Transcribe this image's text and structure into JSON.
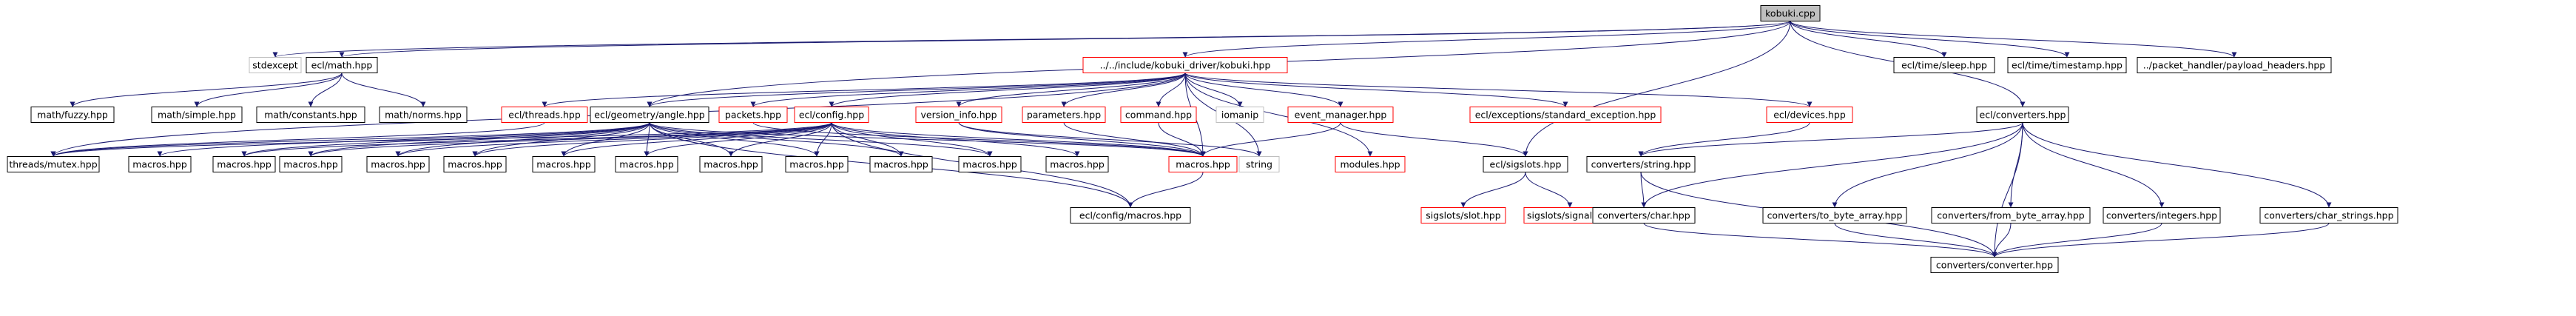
{
  "colors": {
    "edge": "#191970",
    "border_normal": "#000000",
    "border_missing": "#bfbfbf",
    "border_truncated": "#ff0000",
    "root_fill": "#bfbfbf",
    "node_fill": "#ffffff"
  },
  "nodes": {
    "kobuki_cpp": "kobuki.cpp",
    "stdexcept": "stdexcept",
    "ecl_math": "ecl/math.hpp",
    "kobuki_hpp": "../../include/kobuki_driver/kobuki.hpp",
    "ecl_time_sleep": "ecl/time/sleep.hpp",
    "ecl_time_timestamp": "ecl/time/timestamp.hpp",
    "payload_headers": "../packet_handler/payload_headers.hpp",
    "math_fuzzy": "math/fuzzy.hpp",
    "math_simple": "math/simple.hpp",
    "math_constants": "math/constants.hpp",
    "math_norms": "math/norms.hpp",
    "ecl_threads": "ecl/threads.hpp",
    "ecl_geometry_angle": "ecl/geometry/angle.hpp",
    "packets": "packets.hpp",
    "ecl_config": "ecl/config.hpp",
    "version_info": "version_info.hpp",
    "parameters": "parameters.hpp",
    "command": "command.hpp",
    "iomanip": "iomanip",
    "event_manager": "event_manager.hpp",
    "ecl_exceptions": "ecl/exceptions/standard_exception.hpp",
    "ecl_devices": "ecl/devices.hpp",
    "ecl_converters": "ecl/converters.hpp",
    "threads_mutex": "threads/mutex.hpp",
    "macros_a": "macros.hpp",
    "macros_b": "macros.hpp",
    "macros_c": "macros.hpp",
    "macros_d": "macros.hpp",
    "macros_e": "macros.hpp",
    "macros_f": "macros.hpp",
    "macros_g": "macros.hpp",
    "macros_h": "macros.hpp",
    "macros_i": "macros.hpp",
    "macros_j": "macros.hpp",
    "macros_k": "macros.hpp",
    "macros_l": "macros.hpp",
    "macros_red": "macros.hpp",
    "string": "string",
    "modules": "modules.hpp",
    "ecl_sigslots": "ecl/sigslots.hpp",
    "converters_string": "converters/string.hpp",
    "ecl_config_macros": "ecl/config/macros.hpp",
    "sigslots_slot": "sigslots/slot.hpp",
    "sigslots_signal": "sigslots/signal.hpp",
    "converters_char": "converters/char.hpp",
    "converters_to_byte_array": "converters/to_byte_array.hpp",
    "converters_from_byte_array": "converters/from_byte_array.hpp",
    "converters_integers": "converters/integers.hpp",
    "converters_char_strings": "converters/char_strings.hpp",
    "converters_converter": "converters/converter.hpp"
  },
  "edges": [
    [
      "kobuki_cpp",
      "stdexcept"
    ],
    [
      "kobuki_cpp",
      "ecl_math"
    ],
    [
      "kobuki_cpp",
      "kobuki_hpp"
    ],
    [
      "kobuki_cpp",
      "ecl_time_sleep"
    ],
    [
      "kobuki_cpp",
      "ecl_time_timestamp"
    ],
    [
      "kobuki_cpp",
      "payload_headers"
    ],
    [
      "kobuki_cpp",
      "ecl_converters"
    ],
    [
      "kobuki_cpp",
      "ecl_sigslots"
    ],
    [
      "kobuki_cpp",
      "ecl_geometry_angle"
    ],
    [
      "ecl_math",
      "math_fuzzy"
    ],
    [
      "ecl_math",
      "math_simple"
    ],
    [
      "ecl_math",
      "math_constants"
    ],
    [
      "ecl_math",
      "math_norms"
    ],
    [
      "kobuki_hpp",
      "threads_mutex"
    ],
    [
      "kobuki_hpp",
      "ecl_threads"
    ],
    [
      "kobuki_hpp",
      "ecl_geometry_angle"
    ],
    [
      "kobuki_hpp",
      "packets"
    ],
    [
      "kobuki_hpp",
      "ecl_config"
    ],
    [
      "kobuki_hpp",
      "version_info"
    ],
    [
      "kobuki_hpp",
      "parameters"
    ],
    [
      "kobuki_hpp",
      "command"
    ],
    [
      "kobuki_hpp",
      "iomanip"
    ],
    [
      "kobuki_hpp",
      "event_manager"
    ],
    [
      "kobuki_hpp",
      "ecl_exceptions"
    ],
    [
      "kobuki_hpp",
      "ecl_devices"
    ],
    [
      "kobuki_hpp",
      "string"
    ],
    [
      "kobuki_hpp",
      "modules"
    ],
    [
      "kobuki_hpp",
      "macros_red"
    ],
    [
      "ecl_geometry_angle",
      "macros_a"
    ],
    [
      "ecl_geometry_angle",
      "macros_b"
    ],
    [
      "ecl_geometry_angle",
      "macros_c"
    ],
    [
      "ecl_geometry_angle",
      "macros_d"
    ],
    [
      "ecl_geometry_angle",
      "macros_e"
    ],
    [
      "ecl_geometry_angle",
      "macros_f"
    ],
    [
      "ecl_geometry_angle",
      "macros_g"
    ],
    [
      "ecl_geometry_angle",
      "macros_h"
    ],
    [
      "ecl_geometry_angle",
      "macros_i"
    ],
    [
      "ecl_geometry_angle",
      "macros_j"
    ],
    [
      "ecl_geometry_angle",
      "macros_k"
    ],
    [
      "ecl_geometry_angle",
      "threads_mutex"
    ],
    [
      "ecl_geometry_angle",
      "ecl_config_macros"
    ],
    [
      "ecl_geometry_angle",
      "macros_red"
    ],
    [
      "ecl_config",
      "macros_b"
    ],
    [
      "ecl_config",
      "macros_c"
    ],
    [
      "ecl_config",
      "macros_d"
    ],
    [
      "ecl_config",
      "macros_e"
    ],
    [
      "ecl_config",
      "macros_f"
    ],
    [
      "ecl_config",
      "macros_g"
    ],
    [
      "ecl_config",
      "macros_h"
    ],
    [
      "ecl_config",
      "macros_i"
    ],
    [
      "ecl_config",
      "macros_j"
    ],
    [
      "ecl_config",
      "macros_k"
    ],
    [
      "ecl_config",
      "macros_l"
    ],
    [
      "ecl_config",
      "macros_red"
    ],
    [
      "ecl_config",
      "ecl_config_macros"
    ],
    [
      "ecl_config",
      "threads_mutex"
    ],
    [
      "version_info",
      "macros_red"
    ],
    [
      "version_info",
      "string"
    ],
    [
      "parameters",
      "macros_red"
    ],
    [
      "command",
      "macros_red"
    ],
    [
      "event_manager",
      "macros_red"
    ],
    [
      "event_manager",
      "ecl_sigslots"
    ],
    [
      "packets",
      "macros_red"
    ],
    [
      "ecl_threads",
      "threads_mutex"
    ],
    [
      "ecl_devices",
      "converters_string"
    ],
    [
      "macros_red",
      "ecl_config_macros"
    ],
    [
      "ecl_sigslots",
      "sigslots_slot"
    ],
    [
      "ecl_sigslots",
      "sigslots_signal"
    ],
    [
      "ecl_converters",
      "converters_string"
    ],
    [
      "ecl_converters",
      "converters_char"
    ],
    [
      "ecl_converters",
      "converters_to_byte_array"
    ],
    [
      "ecl_converters",
      "converters_from_byte_array"
    ],
    [
      "ecl_converters",
      "converters_integers"
    ],
    [
      "ecl_converters",
      "converters_char_strings"
    ],
    [
      "ecl_converters",
      "converters_converter"
    ],
    [
      "converters_string",
      "converters_char"
    ],
    [
      "converters_string",
      "converters_converter"
    ],
    [
      "converters_char",
      "converters_converter"
    ],
    [
      "converters_to_byte_array",
      "converters_converter"
    ],
    [
      "converters_from_byte_array",
      "converters_converter"
    ],
    [
      "converters_integers",
      "converters_converter"
    ],
    [
      "converters_char_strings",
      "converters_converter"
    ]
  ]
}
